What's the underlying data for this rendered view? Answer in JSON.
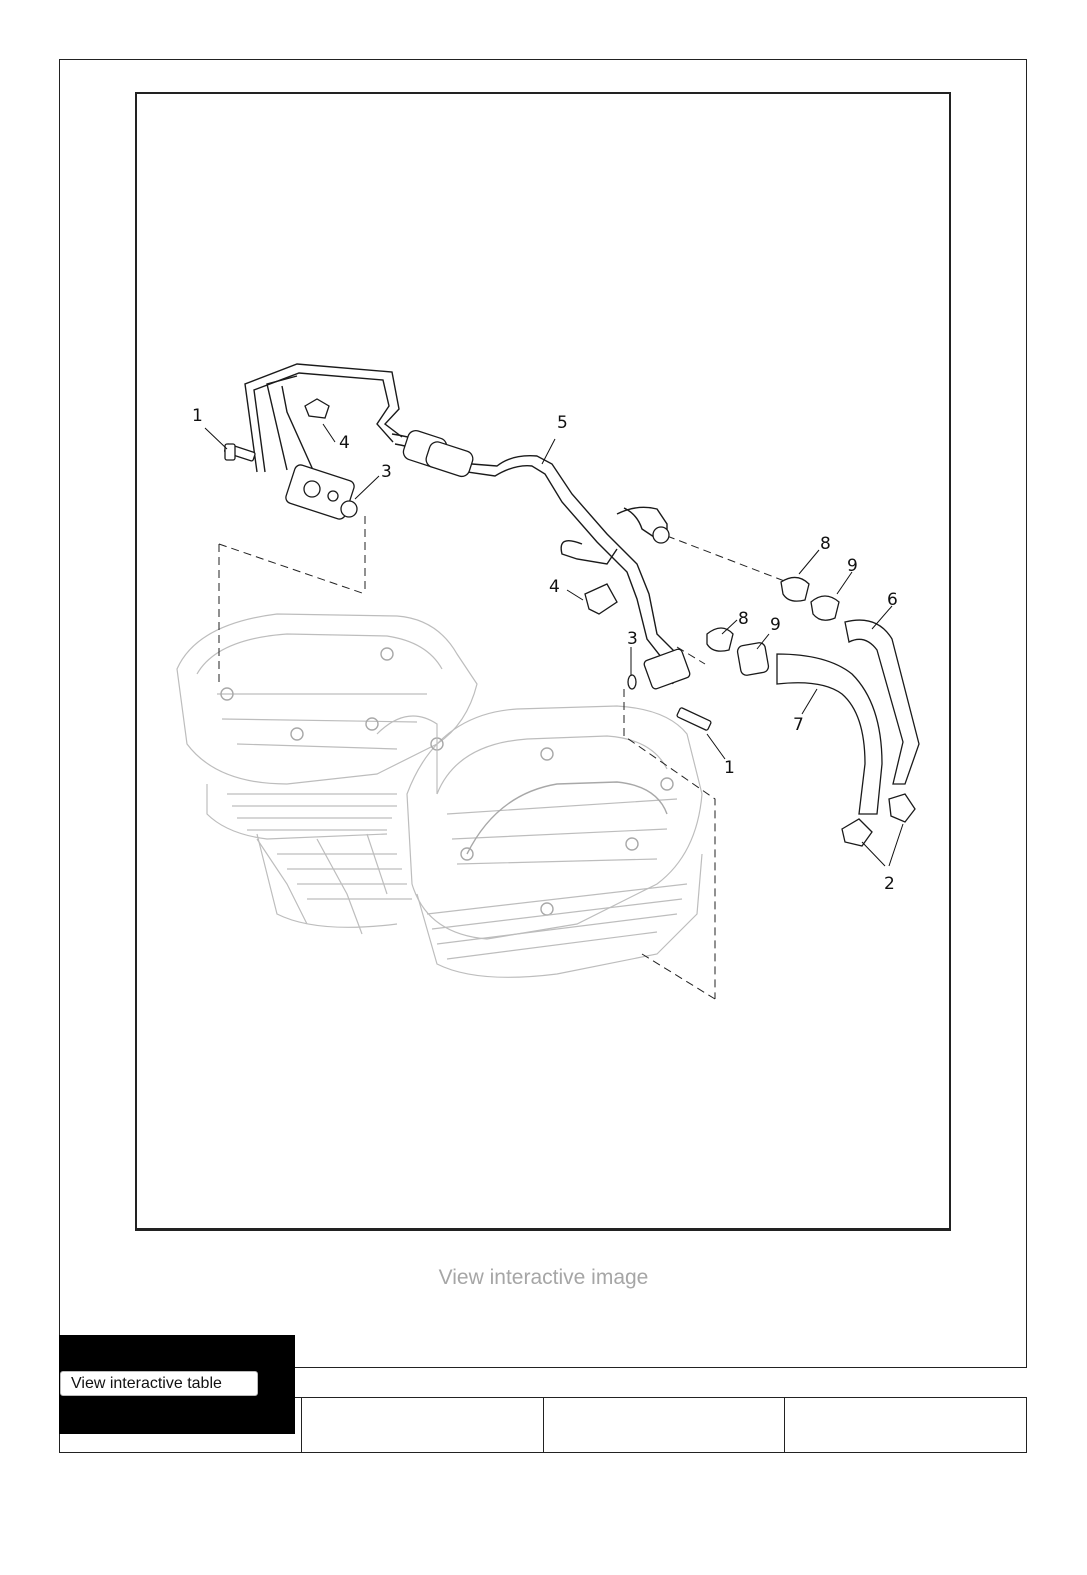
{
  "figure": {
    "callouts": [
      {
        "label": "1"
      },
      {
        "label": "4"
      },
      {
        "label": "3"
      },
      {
        "label": "5"
      },
      {
        "label": "4"
      },
      {
        "label": "3"
      },
      {
        "label": "8"
      },
      {
        "label": "9"
      },
      {
        "label": "8"
      },
      {
        "label": "9"
      },
      {
        "label": "6"
      },
      {
        "label": "7"
      },
      {
        "label": "1"
      },
      {
        "label": "2"
      }
    ]
  },
  "links": {
    "view_interactive_image": "View interactive image",
    "view_interactive_table": "View interactive table"
  }
}
